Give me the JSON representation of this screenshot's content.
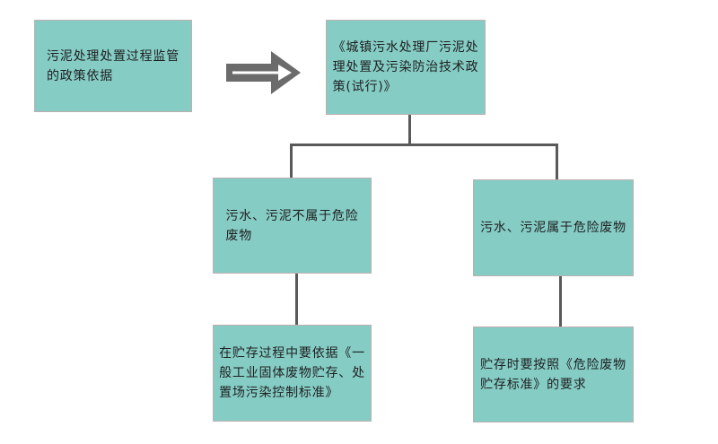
{
  "palette": {
    "box_fill": "#85ccc5",
    "box_border": "#bdb0b0",
    "connector_color": "#595959",
    "arrow_color": "#6b6b6b",
    "text_color": "#1f1f1f",
    "background": "#ffffff"
  },
  "flowchart": {
    "nodes": {
      "policy_basis": {
        "lines": [
          "污泥处理处置过程监管",
          "的政策依据"
        ]
      },
      "policy_doc": {
        "lines": [
          "《城镇污水处理厂污泥处",
          "理处置及污染防治技术政",
          "策(试行)》"
        ]
      },
      "non_hazardous": {
        "lines": [
          "污水、污泥不属于危险",
          "废物"
        ]
      },
      "hazardous": {
        "lines": [
          "污水、污泥属于危险废物"
        ]
      },
      "general_standard": {
        "lines": [
          "在贮存过程中要依据《一",
          "般工业固体废物贮存、处",
          "置场污染控制标准》"
        ]
      },
      "hazardous_standard": {
        "lines": [
          "贮存时要按照《危险废物",
          "贮存标准》的要求"
        ]
      }
    }
  }
}
